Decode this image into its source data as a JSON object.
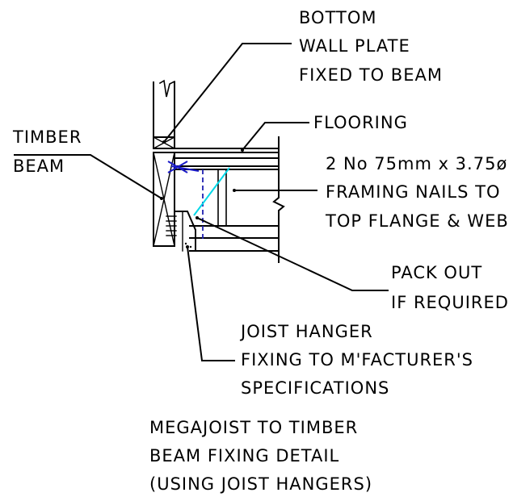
{
  "labels": {
    "wall_plate": {
      "line1": "BOTTOM",
      "line2": "WALL PLATE",
      "line3": "FIXED TO BEAM"
    },
    "flooring": "FLOORING",
    "timber_beam": {
      "line1": "TIMBER",
      "line2": "BEAM"
    },
    "nails": {
      "line1": "2 No 75mm x 3.75ø",
      "line2": "FRAMING NAILS TO",
      "line3": "TOP FLANGE & WEB"
    },
    "pack_out": {
      "line1": "PACK OUT",
      "line2": "IF REQUIRED"
    },
    "joist_hanger": {
      "line1": "JOIST HANGER",
      "line2": "FIXING TO M'FACTURER'S",
      "line3": "SPECIFICATIONS"
    },
    "title": {
      "line1": "MEGAJOIST TO TIMBER",
      "line2": "BEAM FIXING DETAIL",
      "line3": "(USING JOIST HANGERS)"
    }
  },
  "colors": {
    "line": "#000000",
    "nail_blue": "#1a1ac8",
    "dashed_blue": "#2020b0",
    "cyan": "#00d8e8"
  }
}
